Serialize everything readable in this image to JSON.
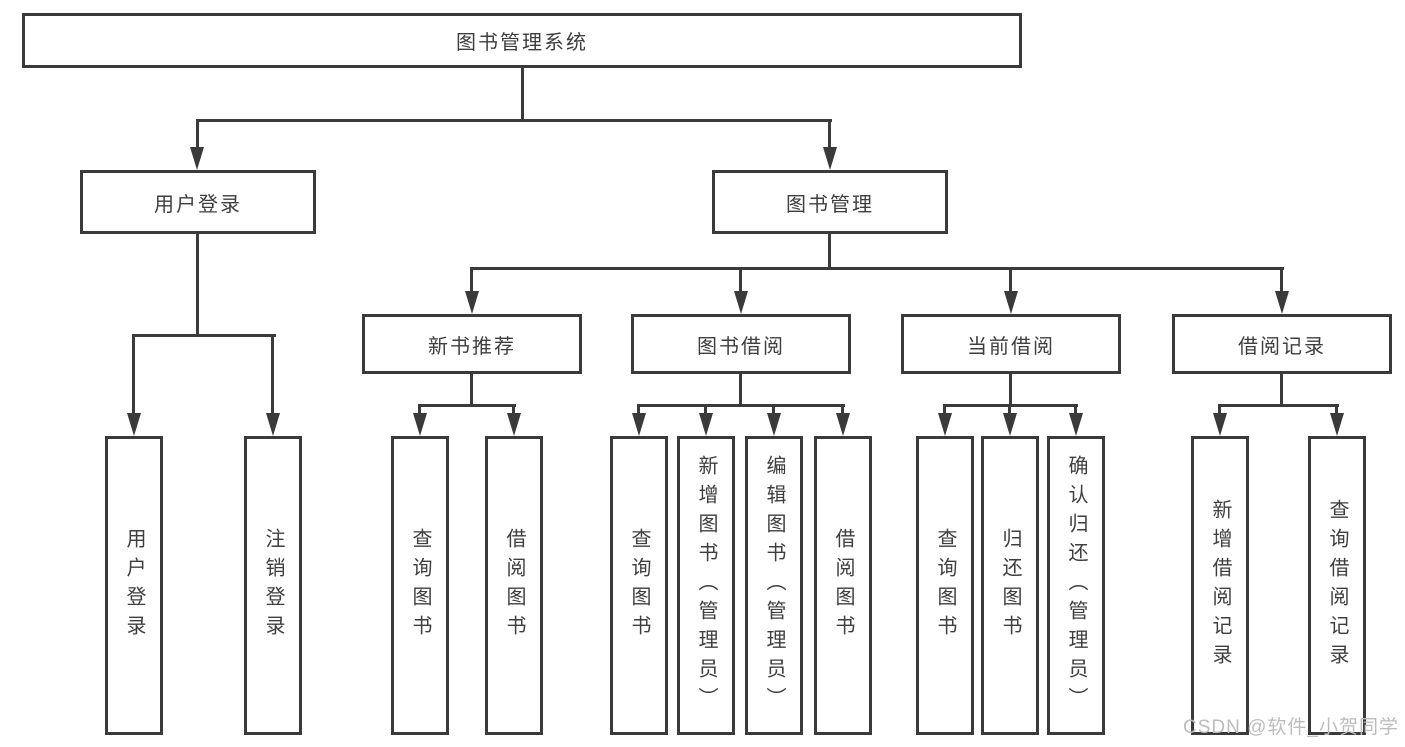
{
  "colors": {
    "line": "#3a3a3a",
    "box_border": "#3a3a3a",
    "box_background": "#ffffff",
    "text": "#3e3e3e",
    "watermark_text": "#bdbdbd",
    "page_background": "#ffffff"
  },
  "tree": {
    "root": {
      "label": "图书管理系统"
    },
    "level2": [
      {
        "label": "用户登录",
        "children": [
          {
            "label": "用户登录"
          },
          {
            "label": "注销登录"
          }
        ]
      },
      {
        "label": "图书管理",
        "children": [
          {
            "label": "新书推荐",
            "children": [
              {
                "label": "查询图书"
              },
              {
                "label": "借阅图书"
              }
            ]
          },
          {
            "label": "图书借阅",
            "children": [
              {
                "label": "查询图书"
              },
              {
                "label": "新增图书（管理员）"
              },
              {
                "label": "编辑图书（管理员）"
              },
              {
                "label": "借阅图书"
              }
            ]
          },
          {
            "label": "当前借阅",
            "children": [
              {
                "label": "查询图书"
              },
              {
                "label": "归还图书"
              },
              {
                "label": "确认归还（管理员）"
              }
            ]
          },
          {
            "label": "借阅记录",
            "children": [
              {
                "label": "新增借阅记录"
              },
              {
                "label": "查询借阅记录"
              }
            ]
          }
        ]
      }
    ]
  },
  "watermark": "CSDN @软件_小贺同学"
}
